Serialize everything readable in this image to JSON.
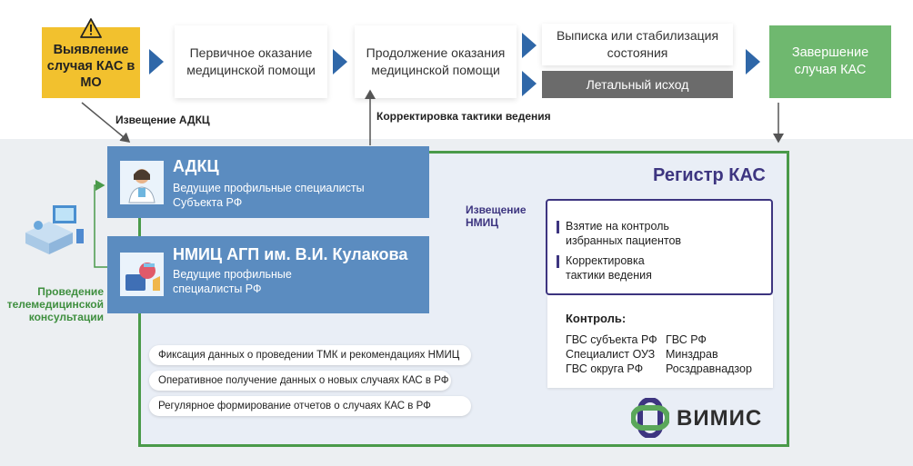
{
  "flow": {
    "detect": "Выявление случая КАС в МО",
    "primary_care": "Первичное оказание медицинской помощи",
    "continued_care": "Продолжение оказания медицинской помощи",
    "discharge": "Выписка или стабилизация состояния",
    "lethal": "Летальный исход",
    "completion": "Завершение случая КАС"
  },
  "labels": {
    "notify_adkc": "Извещение АДКЦ",
    "correction": "Корректировка тактики ведения",
    "notify_nmic": "Извещение НМИЦ",
    "telemed": "Проведение телемедицинской консультации"
  },
  "register": {
    "title": "Регистр КАС",
    "items": [
      "Взятие на контроль избранных пациентов",
      "Корректировка тактики ведения"
    ],
    "control_title": "Контроль:",
    "control_left": [
      "ГВС субъекта РФ",
      "Специалист ОУЗ",
      "ГВС округа РФ"
    ],
    "control_right": [
      "ГВС РФ",
      "Минздрав",
      "Росздравнадзор"
    ],
    "logo_text": "ВИМИС"
  },
  "adkc": {
    "title": "АДКЦ",
    "sub": "Ведущие профильные специалисты Субъекта РФ"
  },
  "nmic": {
    "title": "НМИЦ АГП им. В.И. Кулакова",
    "sub": "Ведущие профильные специалисты РФ"
  },
  "features": [
    "Фиксация данных о проведении ТМК и рекомендациях НМИЦ",
    "Оперативное получение данных о новых случаях КАС в РФ",
    "Регулярное формирование отчетов о случаях КАС в РФ"
  ],
  "colors": {
    "yellow": "#f2c12e",
    "arrow_blue": "#2f67a8",
    "panel_blue": "#5b8cc0",
    "green": "#5aa75a",
    "register_border": "#4a9a4a",
    "lethal_gray": "#6b6b6b",
    "purple": "#4b3f8f"
  },
  "icons": [
    "warning-icon",
    "doctor-icon",
    "medical-icon",
    "telemedicine-icon",
    "vimis-logo-icon"
  ]
}
